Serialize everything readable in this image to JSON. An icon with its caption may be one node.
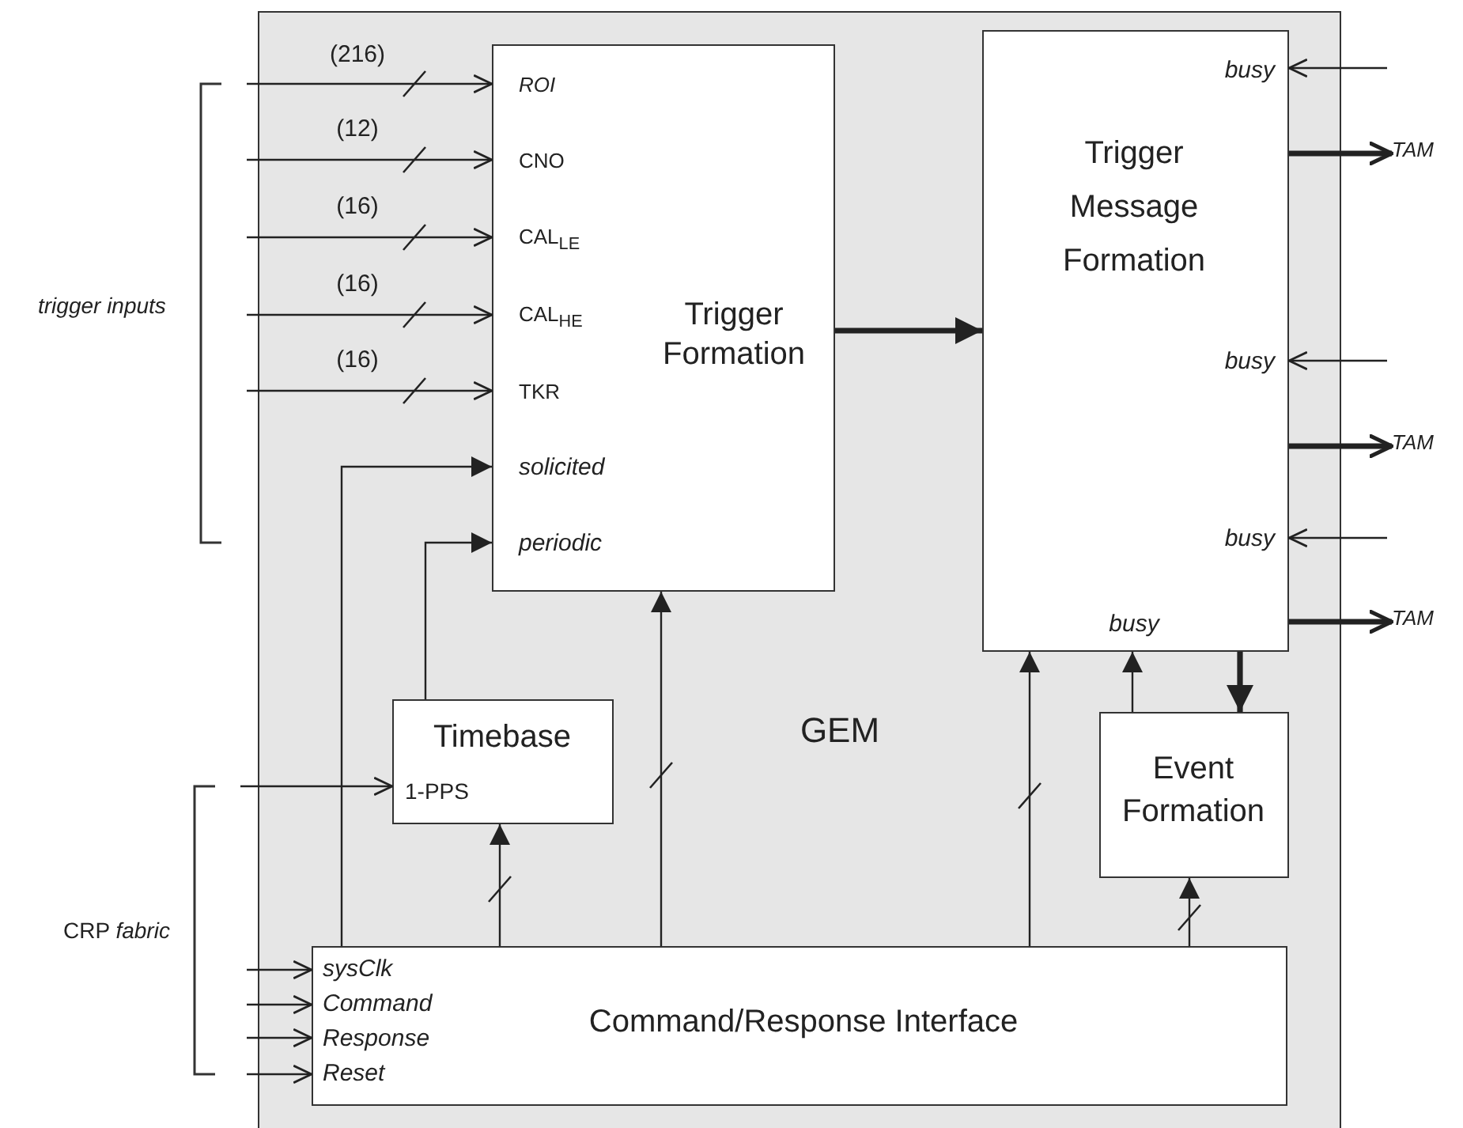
{
  "diagram": {
    "nodes": [
      {
        "text": [
          "GEM"
        ]
      },
      {
        "text": [
          "Trigger Formation",
          "ROI",
          "CNO",
          "CAL$_{LE}$",
          "CAL$_{HE}$",
          "TKR",
          "solicited",
          "periodic"
        ],
        "in": 0
      },
      {
        "text": [
          "Trigger Message Formation",
          "busy",
          "busy",
          "busy",
          "busy"
        ],
        "in": 0
      },
      {
        "text": [
          "Timebase",
          "1-PPS"
        ],
        "in": 0
      },
      {
        "text": [
          "Event Formation"
        ],
        "in": 0
      },
      {
        "text": [
          "Command/Response Interface",
          "sysClk",
          "Command",
          "Response",
          "Reset"
        ],
        "in": 0
      },
      {
        "text": [
          "TAM"
        ]
      },
      {
        "text": [
          "TAM"
        ]
      },
      {
        "text": [
          "TAM"
        ]
      }
    ],
    "edges": [
      {
        "from": null,
        "to": 1,
        "arrow": "to",
        "label": "(216)"
      },
      {
        "from": null,
        "to": 1,
        "arrow": "to",
        "label": "(12)"
      },
      {
        "from": null,
        "to": 1,
        "arrow": "to",
        "label": "(16)"
      },
      {
        "from": null,
        "to": 1,
        "arrow": "to",
        "label": "(16)"
      },
      {
        "from": null,
        "to": 1,
        "arrow": "to",
        "label": "(16)"
      },
      {
        "from": 5,
        "to": 1,
        "arrow": "to"
      },
      {
        "from": 3,
        "to": 1,
        "arrow": "to"
      },
      {
        "from": 1,
        "to": 2,
        "arrow": "to",
        "style": "thick"
      },
      {
        "from": null,
        "to": 2,
        "arrow": "to"
      },
      {
        "from": null,
        "to": 2,
        "arrow": "to"
      },
      {
        "from": null,
        "to": 2,
        "arrow": "to"
      },
      {
        "from": 2,
        "to": 6,
        "arrow": "to",
        "style": "thick"
      },
      {
        "from": 2,
        "to": 7,
        "arrow": "to",
        "style": "thick"
      },
      {
        "from": 2,
        "to": 8,
        "arrow": "to",
        "style": "thick"
      },
      {
        "from": null,
        "to": 3,
        "arrow": "to"
      },
      {
        "from": null,
        "to": 5,
        "arrow": "to"
      },
      {
        "from": null,
        "to": 5,
        "arrow": "to"
      },
      {
        "from": null,
        "to": 5,
        "arrow": "to"
      },
      {
        "from": null,
        "to": 5,
        "arrow": "to"
      },
      {
        "from": 5,
        "to": 3,
        "arrow": "to"
      },
      {
        "from": 5,
        "to": 1,
        "arrow": "to"
      },
      {
        "from": 5,
        "to": 2,
        "arrow": "to"
      },
      {
        "from": 4,
        "to": 2,
        "arrow": "to"
      },
      {
        "from": 2,
        "to": 4,
        "arrow": "to",
        "style": "thick"
      },
      {
        "from": 5,
        "to": 4,
        "arrow": "to"
      }
    ],
    "labels": [
      "trigger inputs",
      "CRP *fabric*"
    ]
  }
}
